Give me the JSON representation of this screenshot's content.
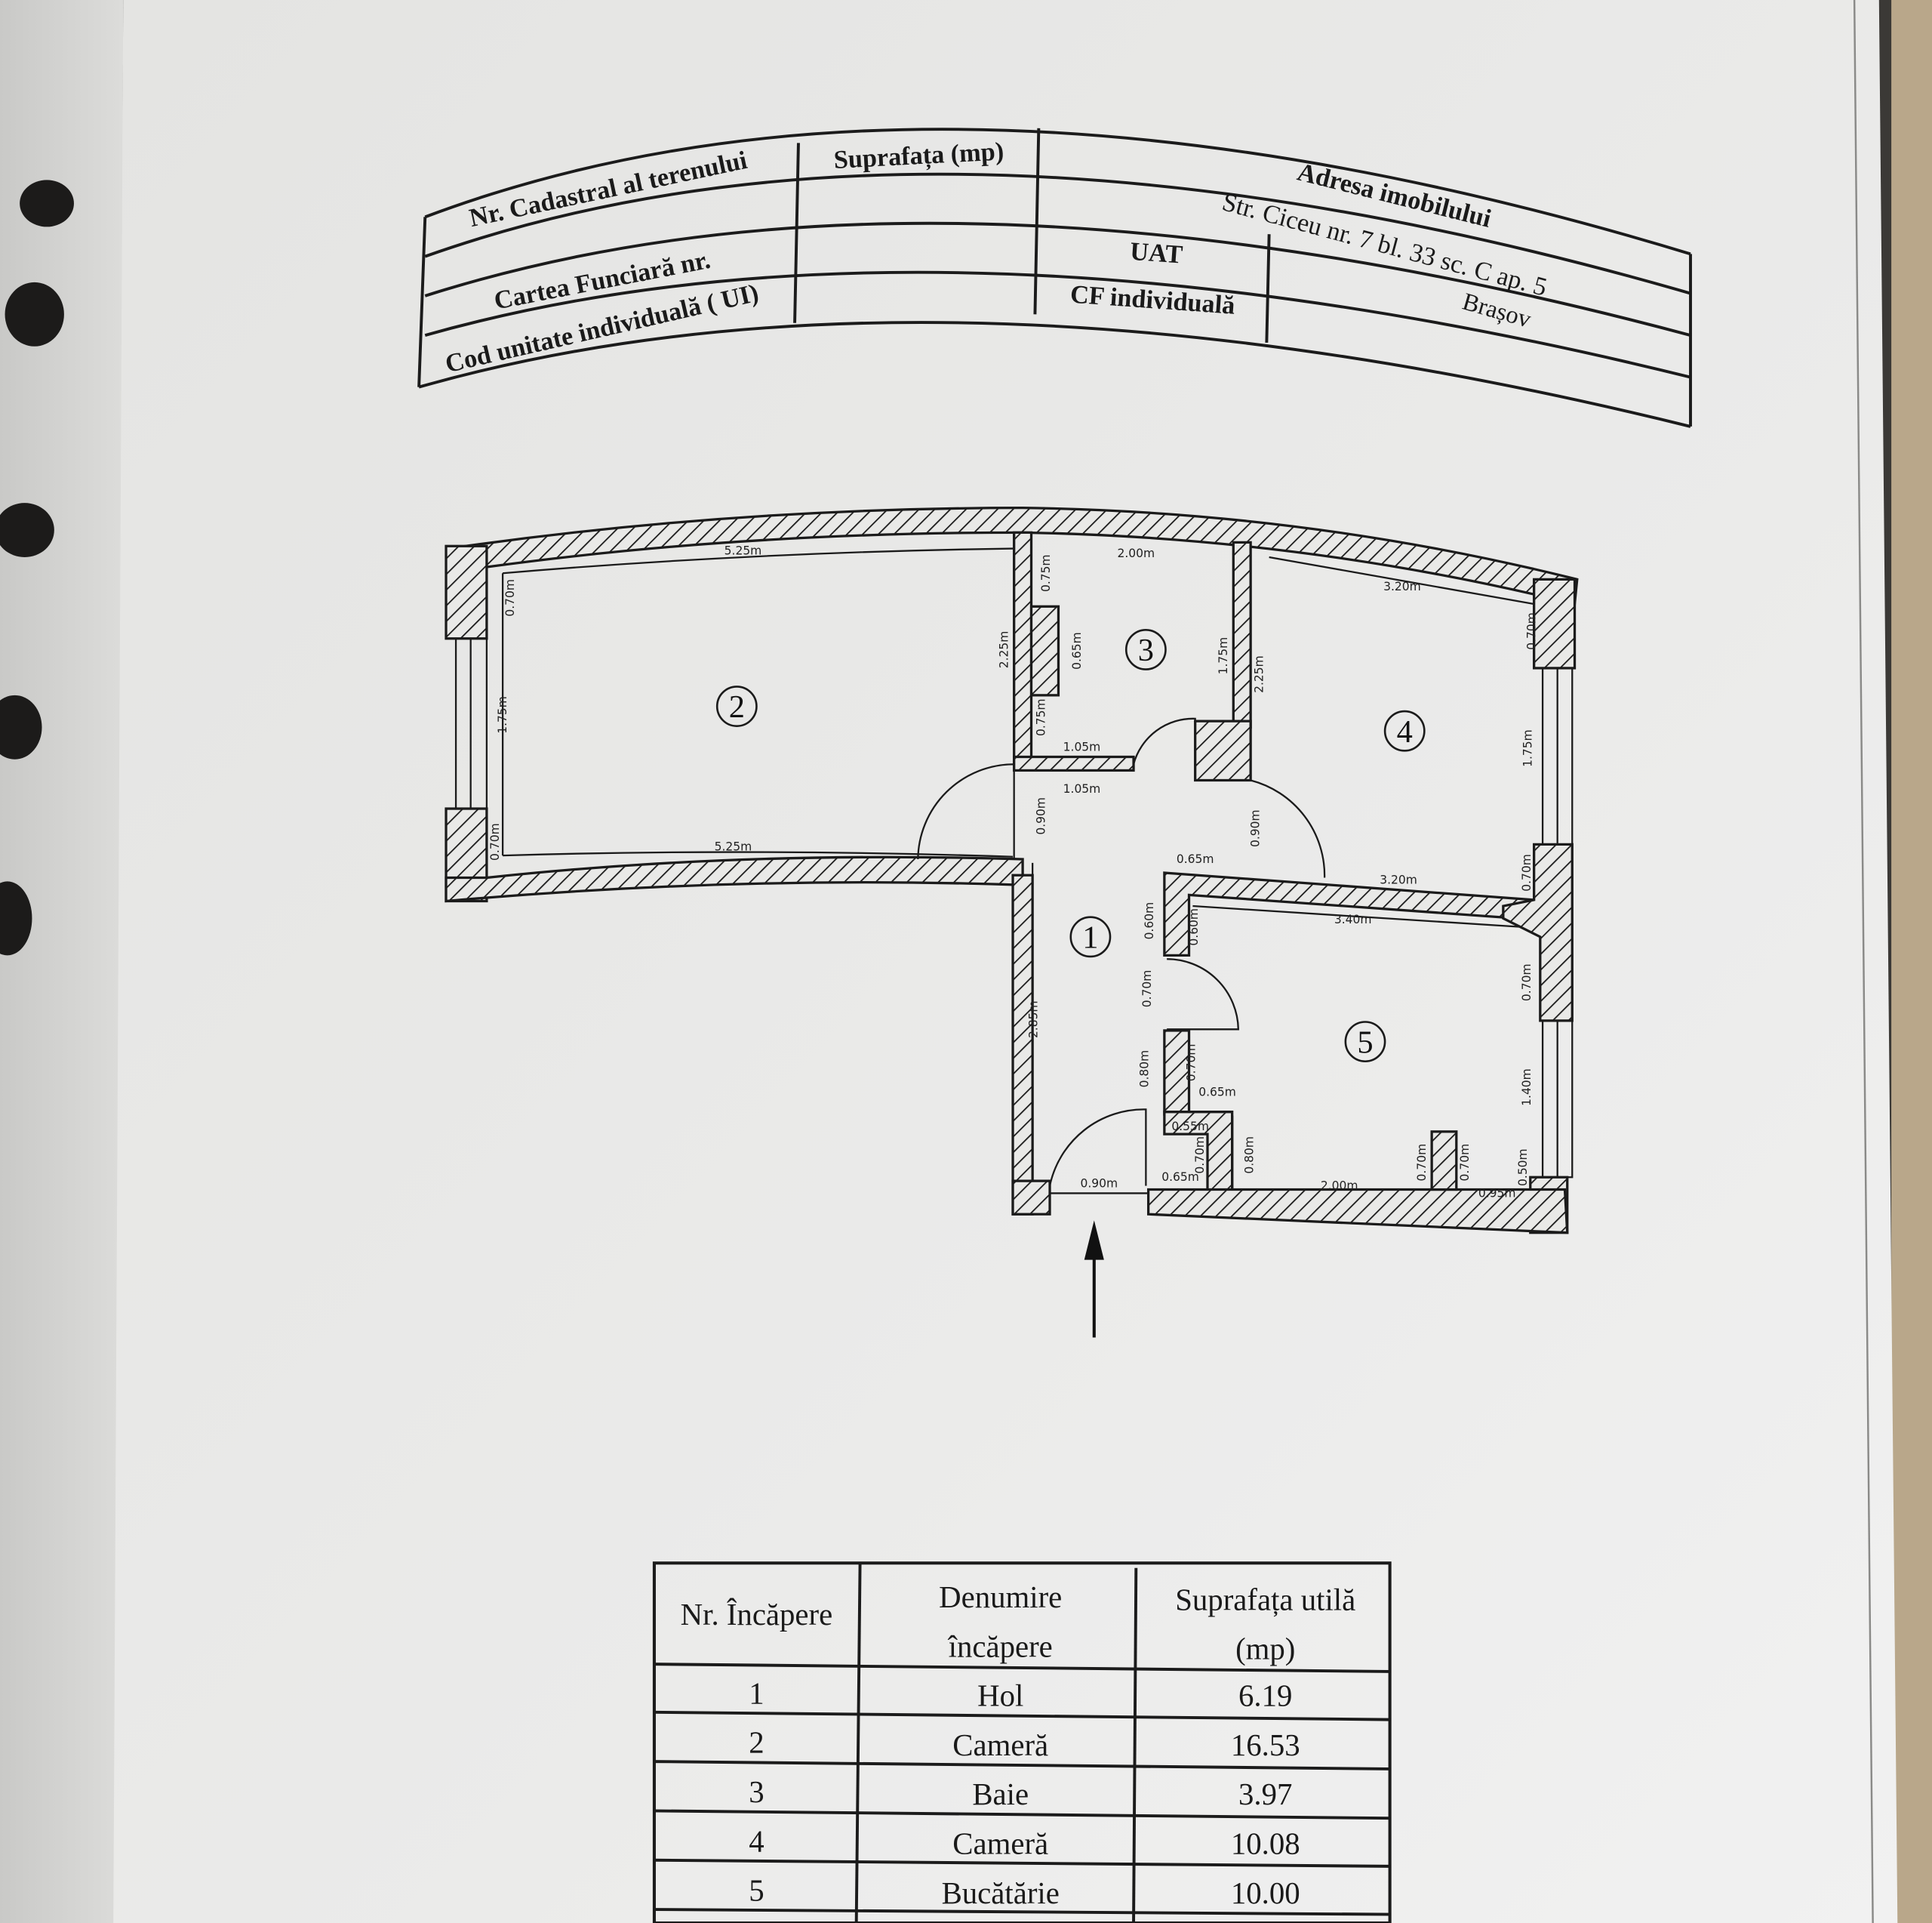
{
  "header_table": {
    "nr_cadastral_label": "Nr. Cadastral al terenului",
    "suprafata_label": "Suprafața (mp)",
    "adresa_label": "Adresa imobilului",
    "adresa_value": "Str. Ciceu nr. 7 bl. 33 sc. C ap. 5",
    "cartea_funciara_label": "Cartea Funciară  nr.",
    "uat_label": "UAT",
    "uat_value": "Brașov",
    "cod_unitate_label": "Cod unitate individuală ( UI)",
    "cf_individuala_label": "CF individuală"
  },
  "plan": {
    "room_numbers": [
      "1",
      "2",
      "3",
      "4",
      "5"
    ],
    "dims": [
      "5.25m",
      "0.70m",
      "1.75m",
      "0.70m",
      "5.25m",
      "2.25m",
      "0.75m",
      "0.65m",
      "0.75m",
      "2.00m",
      "1.75m",
      "1.05m",
      "1.05m",
      "0.90m",
      "2.25m",
      "3.20m",
      "0.70m",
      "1.75m",
      "0.90m",
      "0.65m",
      "3.20m",
      "0.70m",
      "3.40m",
      "0.60m",
      "0.60m",
      "0.70m",
      "0.70m",
      "2.85m",
      "0.80m",
      "0.70m",
      "0.65m",
      "0.55m",
      "0.70m",
      "0.80m",
      "1.40m",
      "0.90m",
      "0.65m",
      "2.00m",
      "0.70m",
      "0.70m",
      "0.50m",
      "0.95m"
    ]
  },
  "rooms_table": {
    "headers": [
      "Nr. Încăpere",
      "Denumire",
      "încăpere",
      "Suprafața utilă",
      "(mp)"
    ],
    "rows": [
      {
        "nr": "1",
        "name": "Hol",
        "area": "6.19"
      },
      {
        "nr": "2",
        "name": "Cameră",
        "area": "16.53"
      },
      {
        "nr": "3",
        "name": "Baie",
        "area": "3.97"
      },
      {
        "nr": "4",
        "name": "Cameră",
        "area": "10.08"
      },
      {
        "nr": "5",
        "name": "Bucătărie",
        "area": "10.00"
      }
    ]
  }
}
